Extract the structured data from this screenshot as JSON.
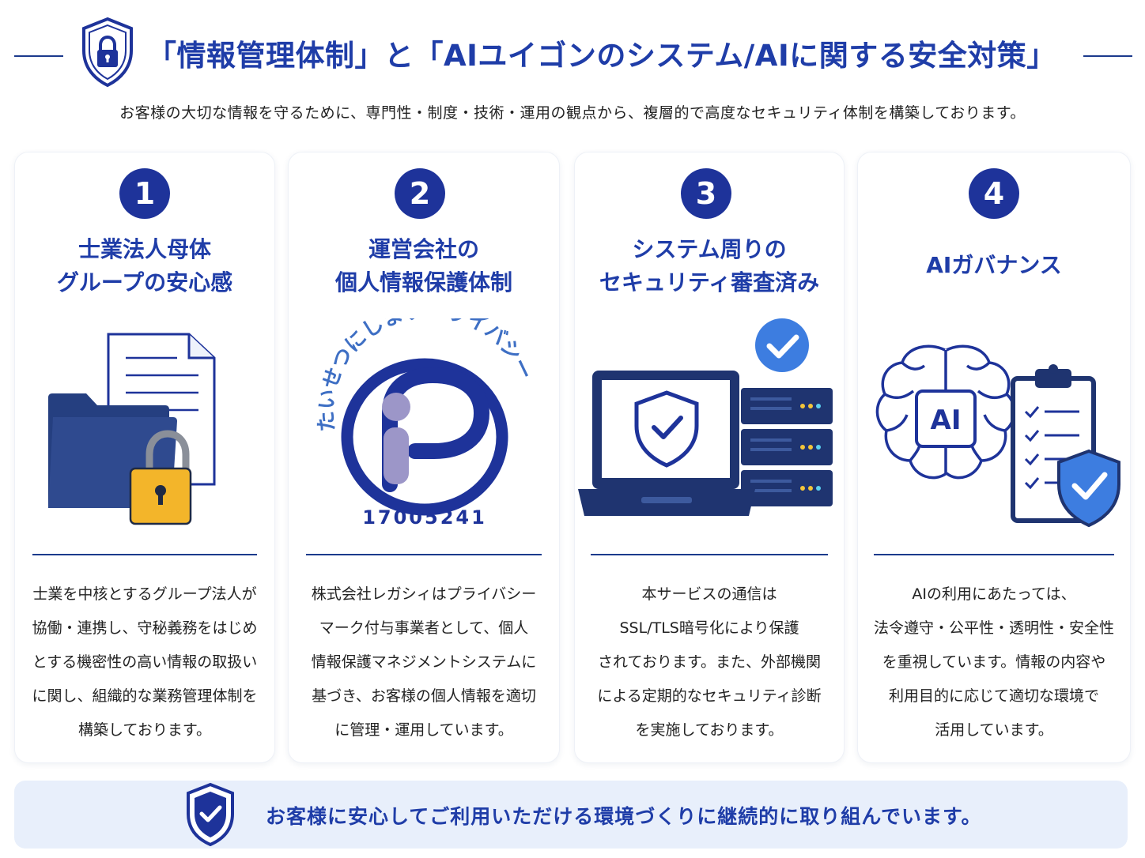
{
  "header": {
    "title": "「情報管理体制」と「AIユイゴンのシステム/AIに関する安全対策」",
    "subtitle": "お客様の大切な情報を守るために、専門性・制度・技術・運用の観点から、複層的で高度なセキュリティ体制を構築しております。"
  },
  "cards": [
    {
      "number": "1",
      "title_lines": [
        "士業法人母体",
        "グループの安心感"
      ],
      "body_lines": [
        "士業を中核とするグループ法人が",
        "協働・連携し、守秘義務をはじめ",
        "とする機密性の高い情報の取扱い",
        "に関し、組織的な業務管理体制を",
        "構築しております。"
      ]
    },
    {
      "number": "2",
      "title_lines": [
        "運営会社の",
        "個人情報保護体制"
      ],
      "privacy_mark": {
        "arc_text": "たいせつにしますプライバシー",
        "registration_number": "17005241"
      },
      "body_lines": [
        "株式会社レガシィはプライバシー",
        "マーク付与事業者として、個人",
        "情報保護マネジメントシステムに",
        "基づき、お客様の個人情報を適切",
        "に管理・運用しています。"
      ]
    },
    {
      "number": "3",
      "title_lines": [
        "システム周りの",
        "セキュリティ審査済み"
      ],
      "body_lines": [
        "本サービスの通信は",
        "SSL/TLS暗号化により保護",
        "されております。また、外部機関",
        "による定期的なセキュリティ診断",
        "を実施しております。"
      ]
    },
    {
      "number": "4",
      "title_lines": [
        "AIガバナンス"
      ],
      "ai_label": "AI",
      "body_lines": [
        "AIの利用にあたっては、",
        "法令遵守・公平性・透明性・安全性",
        "を重視しています。情報の内容や",
        "利用目的に応じて適切な環境で",
        "活用しています。"
      ]
    }
  ],
  "footer": {
    "text": "お客様に安心してご利用いただける環境づくりに継続的に取り組んでいます。"
  },
  "colors": {
    "primary": "#1f3da8",
    "navy": "#1e339a",
    "lock_yellow": "#f3b52a",
    "check_blue": "#3d7de0",
    "footer_bg": "#e8effb"
  },
  "icons": [
    "lock-shield-icon",
    "document-icon",
    "folder-icon",
    "padlock-icon",
    "privacy-mark-icon",
    "laptop-icon",
    "server-icon",
    "check-badge-icon",
    "brain-icon",
    "clipboard-icon",
    "shield-check-icon"
  ]
}
